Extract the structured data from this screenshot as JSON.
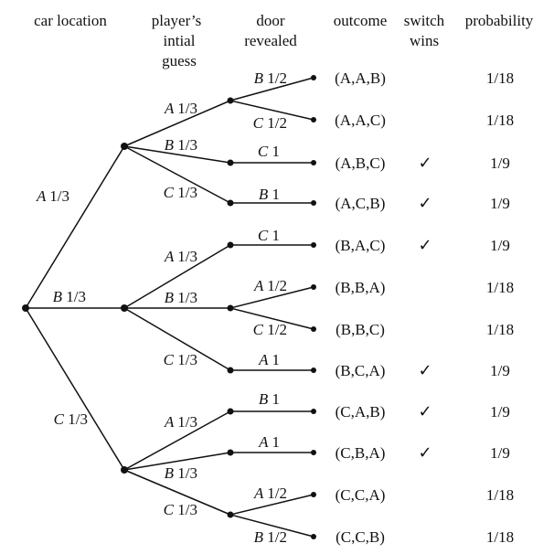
{
  "headers": {
    "car_location": "car location",
    "guess": [
      "player’s",
      "intial",
      "guess"
    ],
    "door": [
      "door",
      "revealed"
    ],
    "outcome": "outcome",
    "switch": [
      "switch",
      "wins"
    ],
    "probability": "probability"
  },
  "level1": [
    {
      "door": "A",
      "prob": "1/3"
    },
    {
      "door": "B",
      "prob": "1/3"
    },
    {
      "door": "C",
      "prob": "1/3"
    }
  ],
  "level2": [
    {
      "door": "A",
      "prob": "1/3"
    },
    {
      "door": "B",
      "prob": "1/3"
    },
    {
      "door": "C",
      "prob": "1/3"
    },
    {
      "door": "A",
      "prob": "1/3"
    },
    {
      "door": "B",
      "prob": "1/3"
    },
    {
      "door": "C",
      "prob": "1/3"
    },
    {
      "door": "A",
      "prob": "1/3"
    },
    {
      "door": "B",
      "prob": "1/3"
    },
    {
      "door": "C",
      "prob": "1/3"
    }
  ],
  "rows": [
    {
      "door": "B",
      "door_prob": "1/2",
      "outcome": "(A,A,B)",
      "switch_wins": false,
      "probability": "1/18"
    },
    {
      "door": "C",
      "door_prob": "1/2",
      "outcome": "(A,A,C)",
      "switch_wins": false,
      "probability": "1/18"
    },
    {
      "door": "C",
      "door_prob": "1",
      "outcome": "(A,B,C)",
      "switch_wins": true,
      "probability": "1/9"
    },
    {
      "door": "B",
      "door_prob": "1",
      "outcome": "(A,C,B)",
      "switch_wins": true,
      "probability": "1/9"
    },
    {
      "door": "C",
      "door_prob": "1",
      "outcome": "(B,A,C)",
      "switch_wins": true,
      "probability": "1/9"
    },
    {
      "door": "A",
      "door_prob": "1/2",
      "outcome": "(B,B,A)",
      "switch_wins": false,
      "probability": "1/18"
    },
    {
      "door": "C",
      "door_prob": "1/2",
      "outcome": "(B,B,C)",
      "switch_wins": false,
      "probability": "1/18"
    },
    {
      "door": "A",
      "door_prob": "1",
      "outcome": "(B,C,A)",
      "switch_wins": true,
      "probability": "1/9"
    },
    {
      "door": "B",
      "door_prob": "1",
      "outcome": "(C,A,B)",
      "switch_wins": true,
      "probability": "1/9"
    },
    {
      "door": "A",
      "door_prob": "1",
      "outcome": "(C,B,A)",
      "switch_wins": true,
      "probability": "1/9"
    },
    {
      "door": "A",
      "door_prob": "1/2",
      "outcome": "(C,C,A)",
      "switch_wins": false,
      "probability": "1/18"
    },
    {
      "door": "B",
      "door_prob": "1/2",
      "outcome": "(C,C,B)",
      "switch_wins": false,
      "probability": "1/18"
    }
  ],
  "check_mark": "✓"
}
